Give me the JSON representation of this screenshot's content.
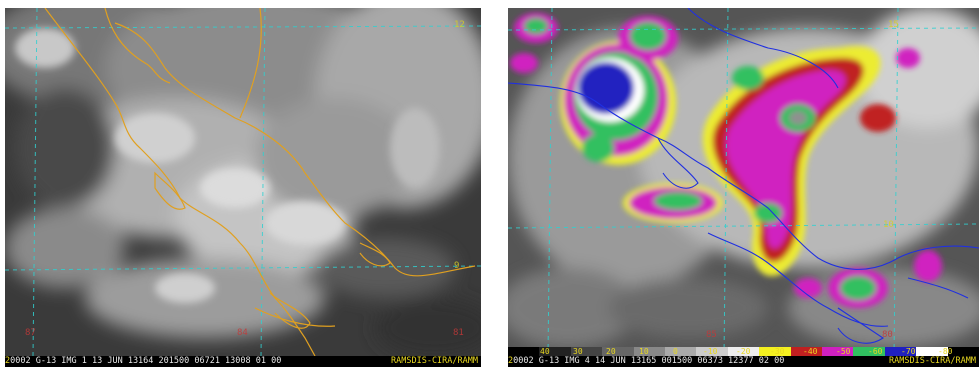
{
  "left_panel": {
    "lat_labels": [
      "12",
      "9"
    ],
    "lon_labels": [
      "87",
      "84",
      "81"
    ],
    "info_bar": {
      "prefix": "2",
      "text": "0002 G-13 IMG   1 13 JUN 13164 201500 06721 13008 01 00",
      "credit": "RAMSDIS-CIRA/RAMM"
    }
  },
  "right_panel": {
    "lat_labels": [
      "15",
      "10"
    ],
    "lon_labels": [
      "85",
      "80"
    ],
    "info_bar": {
      "prefix": "2",
      "text": "0002 G-13 IMG   4 14 JUN 13165 001500 06373 12377 02 00",
      "credit": "RAMSDIS-CIRA/RAMM"
    },
    "scale_labels": [
      "40",
      "30",
      "20",
      "10",
      "0",
      "-10",
      "-20",
      "-30",
      "-40",
      "-50",
      "-60",
      "-70",
      "-80"
    ]
  },
  "colors": {
    "coast_left": "#e0a020",
    "coast_right": "#2030e0",
    "grid": "#30d0d0",
    "bar_bg": "#000000",
    "bar_text": "#e8d820"
  }
}
